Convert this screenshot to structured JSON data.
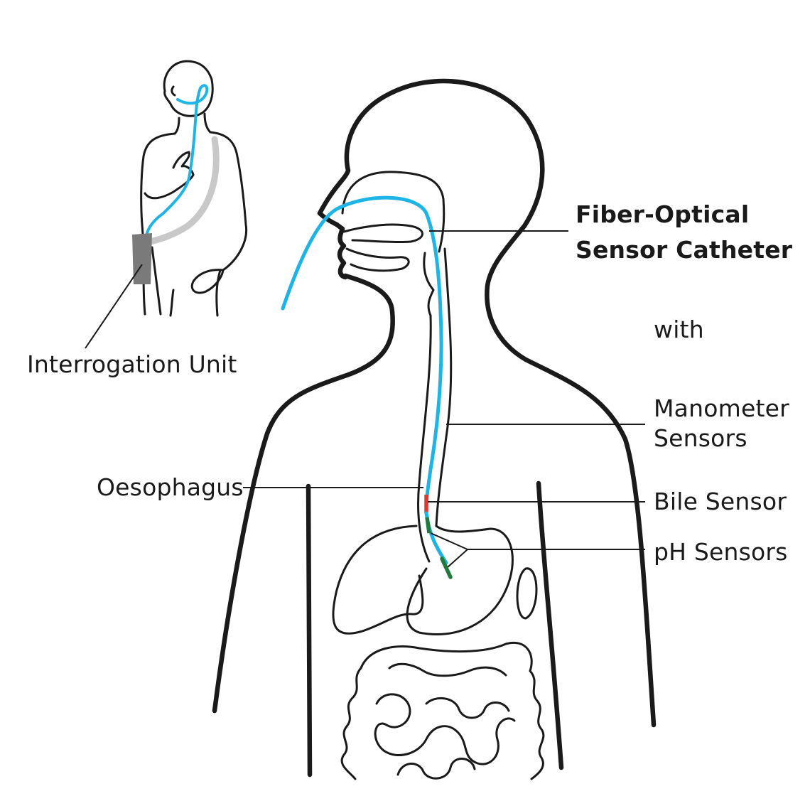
{
  "labels": {
    "catheter_line1": "Fiber-Optical",
    "catheter_line2": "Sensor Catheter",
    "with": "with",
    "manometer_line1": "Manometer",
    "manometer_line2": "Sensors",
    "bile": "Bile Sensor",
    "ph": "pH Sensors",
    "oesophagus": "Oesophagus",
    "interrogation": "Interrogation Unit"
  },
  "colors": {
    "outline": "#1a1a1a",
    "catheter": "#1fb4e6",
    "bile_sensor": "#e0392b",
    "ph_sensor": "#1f7a3c",
    "interrogation_unit": "#7a7a7a",
    "strap": "#c8c8c8"
  }
}
